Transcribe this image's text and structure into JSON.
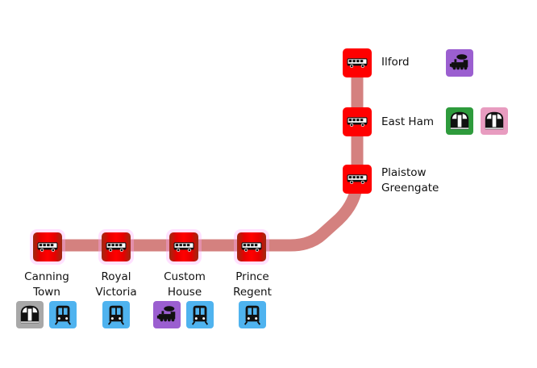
{
  "line": {
    "color": "#d4817f",
    "stop_color": "#ff0000"
  },
  "stations": [
    {
      "name_lines": [
        "Ilford"
      ],
      "mode": "bus",
      "connections": [
        {
          "type": "steam-train",
          "color": "#9b5fd0"
        }
      ]
    },
    {
      "name_lines": [
        "East Ham"
      ],
      "mode": "bus",
      "connections": [
        {
          "type": "underground",
          "color": "#2e9b3c"
        },
        {
          "type": "underground",
          "color": "#e89cc0"
        }
      ]
    },
    {
      "name_lines": [
        "Plaistow",
        "Greengate"
      ],
      "mode": "bus",
      "connections": []
    },
    {
      "name_lines": [
        "Prince",
        "Regent"
      ],
      "mode": "bus",
      "connections": [
        {
          "type": "dlr",
          "color": "#4fb3ef"
        }
      ]
    },
    {
      "name_lines": [
        "Custom",
        "House"
      ],
      "mode": "bus",
      "connections": [
        {
          "type": "steam-train",
          "color": "#9b5fd0"
        },
        {
          "type": "dlr",
          "color": "#4fb3ef"
        }
      ]
    },
    {
      "name_lines": [
        "Royal",
        "Victoria"
      ],
      "mode": "bus",
      "connections": [
        {
          "type": "dlr",
          "color": "#4fb3ef"
        }
      ]
    },
    {
      "name_lines": [
        "Canning",
        "Town"
      ],
      "mode": "bus",
      "connections": [
        {
          "type": "underground",
          "color": "#a8a8a8"
        },
        {
          "type": "dlr",
          "color": "#4fb3ef"
        }
      ]
    }
  ],
  "labels": {
    "ilford": "Ilford",
    "east_ham": "East Ham",
    "plaistow_1": "Plaistow",
    "plaistow_2": "Greengate",
    "prince_1": "Prince",
    "prince_2": "Regent",
    "custom_1": "Custom",
    "custom_2": "House",
    "royal_1": "Royal",
    "royal_2": "Victoria",
    "canning_1": "Canning",
    "canning_2": "Town"
  }
}
